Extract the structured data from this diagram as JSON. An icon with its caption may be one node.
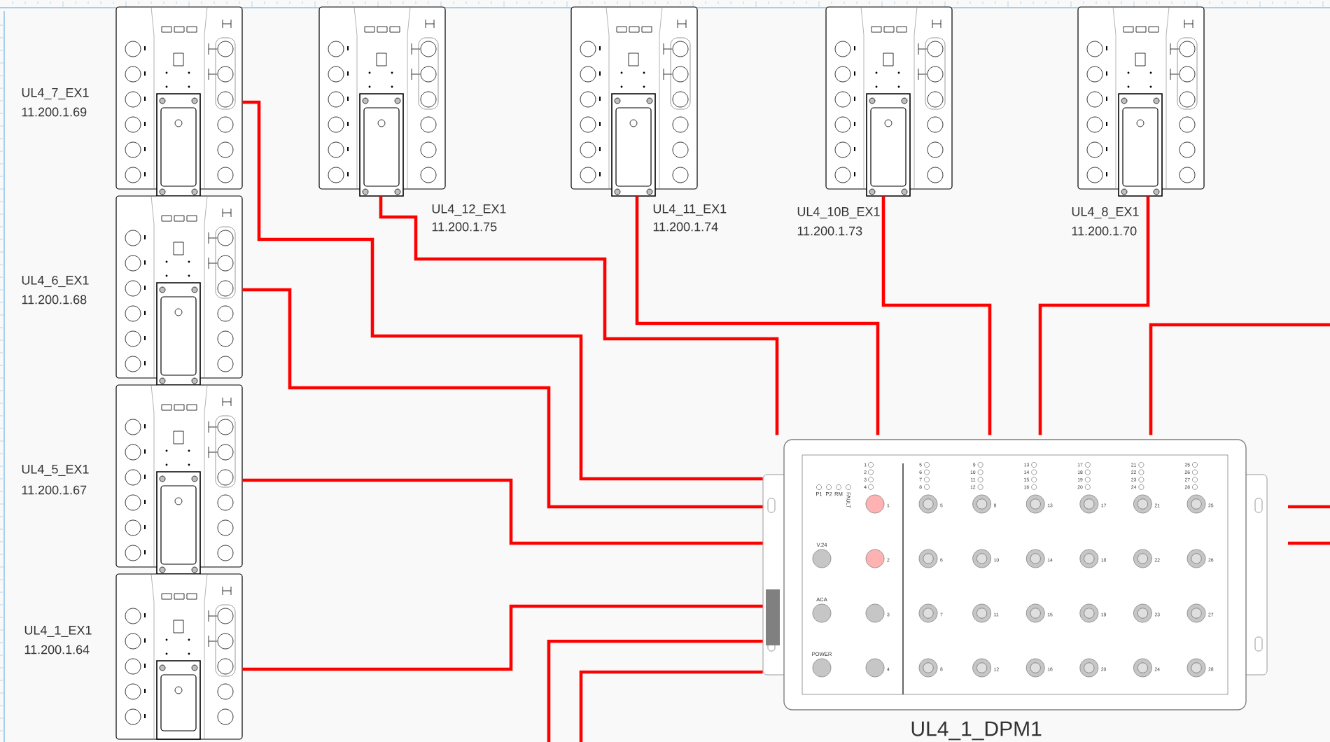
{
  "diagram": {
    "nodes": [
      {
        "text": [],
        "shape": "picture",
        "beside": [
          "UL4_7_EX1",
          "11.200.1.69"
        ]
      },
      {
        "text": [],
        "shape": "picture",
        "beside": [
          "UL4_6_EX1",
          "11.200.1.68"
        ]
      },
      {
        "text": [],
        "shape": "picture",
        "beside": [
          "UL4_5_EX1",
          "11.200.1.67"
        ]
      },
      {
        "text": [],
        "shape": "picture",
        "beside": [
          "UL4_1_EX1",
          "11.200.1.64"
        ]
      },
      {
        "text": [],
        "shape": "picture",
        "beside": [
          "UL4_12_EX1",
          "11.200.1.75"
        ]
      },
      {
        "text": [],
        "shape": "picture",
        "beside": [
          "UL4_11_EX1",
          "11.200.1.74"
        ]
      },
      {
        "text": [],
        "shape": "picture",
        "beside": [
          "UL4_10B_EX1",
          "11.200.1.73"
        ]
      },
      {
        "text": [],
        "shape": "picture",
        "beside": [
          "UL4_8_EX1",
          "11.200.1.70"
        ]
      },
      {
        "text": [],
        "shape": "picture",
        "beside": [
          "UL4_1_DPM1"
        ]
      }
    ],
    "edges": [
      {
        "from": 0,
        "to": 8,
        "arrow": "none"
      },
      {
        "from": 1,
        "to": 8,
        "arrow": "none"
      },
      {
        "from": 2,
        "to": 8,
        "arrow": "none"
      },
      {
        "from": 3,
        "to": 8,
        "arrow": "none"
      },
      {
        "from": 4,
        "to": 8,
        "arrow": "none"
      },
      {
        "from": 5,
        "to": 8,
        "arrow": "none"
      },
      {
        "from": 6,
        "to": 8,
        "arrow": "none"
      },
      {
        "from": 7,
        "to": 8,
        "arrow": "none"
      },
      {
        "from": null,
        "to": 8,
        "arrow": "none"
      },
      {
        "from": null,
        "to": 8,
        "arrow": "none"
      },
      {
        "from": null,
        "to": 8,
        "arrow": "none"
      }
    ],
    "labels": [
      "5",
      "6",
      "7",
      "8",
      "9",
      "10",
      "11",
      "12",
      "13",
      "14",
      "15",
      "16",
      "17",
      "18",
      "19",
      "20",
      "21",
      "22",
      "23",
      "24",
      "25",
      "26",
      "27",
      "28",
      "1",
      "2",
      "3",
      "4",
      "P1",
      "P2",
      "RM",
      "FAULT",
      "V.24",
      "ACA",
      "POWER",
      "1",
      "2",
      "3",
      "4",
      "5",
      "6",
      "7",
      "8",
      "9",
      "10",
      "11",
      "12",
      "13",
      "14",
      "15",
      "16",
      "17",
      "18",
      "19",
      "20",
      "21",
      "22",
      "23",
      "24",
      "25",
      "26",
      "27",
      "28"
    ]
  }
}
